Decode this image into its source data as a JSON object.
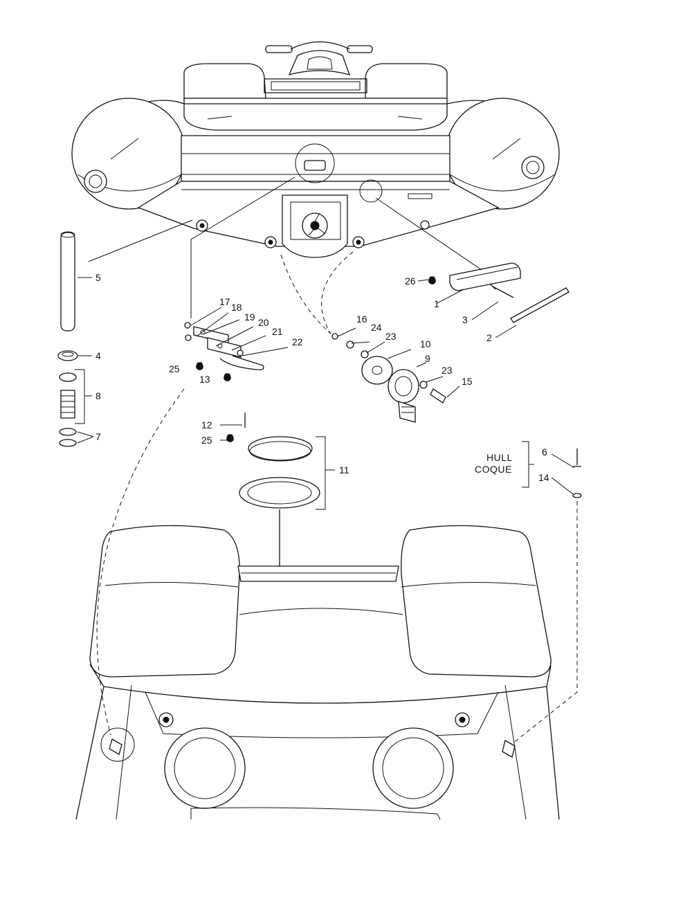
{
  "callouts": {
    "c1": "1",
    "c2": "2",
    "c3": "3",
    "c4": "4",
    "c5": "5",
    "c6": "6",
    "c7": "7",
    "c8": "8",
    "c9": "9",
    "c10": "10",
    "c11": "11",
    "c12": "12",
    "c13": "13",
    "c14": "14",
    "c15": "15",
    "c16": "16",
    "c17": "17",
    "c18": "18",
    "c19": "19",
    "c20": "20",
    "c21": "21",
    "c22": "22",
    "c23a": "23",
    "c23b": "23",
    "c24": "24",
    "c25a": "25",
    "c25b": "25",
    "c26": "26"
  },
  "hull_label": {
    "line1": "HULL",
    "line2": "COQUE"
  },
  "colors": {
    "ink": "#111111",
    "paper": "#ffffff"
  }
}
